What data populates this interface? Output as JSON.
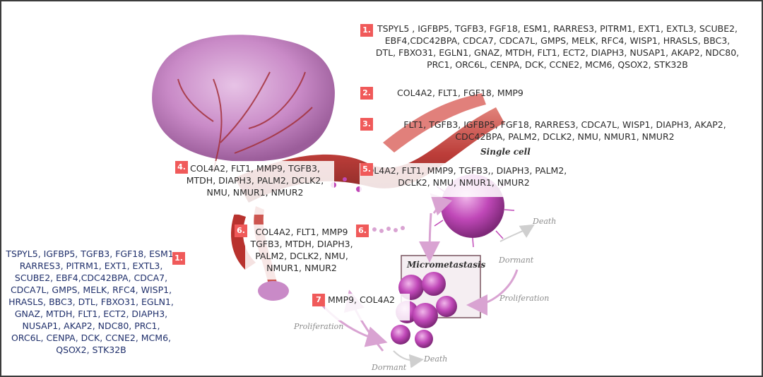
{
  "colors": {
    "badge": "#f05a5a",
    "tumor": "#c98ac7",
    "vessel": "#b8322e",
    "cell": "#c048b8",
    "gene_text_dark": "#2a2a2a",
    "gene_text_navy": "#1f2f6b"
  },
  "labels": {
    "single_cell": "Single cell",
    "micrometastasis": "Micrometastasis",
    "dormant_right": "Dormant",
    "death_top": "Death",
    "proliferation_right": "Proliferation",
    "proliferation_left": "Proliferation",
    "dormant_bottom": "Dormant",
    "death_bottom": "Death"
  },
  "groups": [
    {
      "id": "g1_top",
      "badge": "1.",
      "genes": "TSPYL5 , IGFBP5, TGFB3, FGF18, ESM1, RARRES3, PITRM1, EXT1, EXTL3, SCUBE2, EBF4,CDC42BPA, CDCA7, CDCA7L, GMPS, MELK, RFC4, WISP1, HRASLS, BBC3, DTL, FBXO31, EGLN1, GNAZ, MTDH, FLT1, ECT2, DIAPH3, NUSAP1, AKAP2, NDC80, PRC1, ORC6L, CENPA, DCK, CCNE2, MCM6, QSOX2, STK32B"
    },
    {
      "id": "g2",
      "badge": "2.",
      "genes": "COL4A2, FLT1, FGF18, MMP9"
    },
    {
      "id": "g3",
      "badge": "3.",
      "genes": "FLT1, TGFB3, IGFBP5, FGF18, RARRES3, CDCA7L, WISP1, DIAPH3, AKAP2, CDC42BPA, PALM2, DCLK2, NMU, NMUR1, NMUR2"
    },
    {
      "id": "g4",
      "badge": "4.",
      "genes": "COL4A2, FLT1, MMP9, TGFB3, MTDH, DIAPH3, PALM2, DCLK2, NMU, NMUR1, NMUR2"
    },
    {
      "id": "g5",
      "badge": "5.",
      "genes": "COL4A2, FLT1, MMP9, TGFB3,, DIAPH3, PALM2, DCLK2, NMU, NMUR1, NMUR2"
    },
    {
      "id": "g6",
      "badge": "6.",
      "badge2": "6.",
      "genes": "COL4A2, FLT1, MMP9 TGFB3, MTDH, DIAPH3, PALM2, DCLK2, NMU, NMUR1, NMUR2"
    },
    {
      "id": "g7",
      "badge": "7",
      "genes": "MMP9, COL4A2"
    },
    {
      "id": "g1_left",
      "badge": "1.",
      "genes": "TSPYL5, IGFBP5, TGFB3, FGF18, ESM1, RARRES3, PITRM1, EXT1, EXTL3, SCUBE2, EBF4,CDC42BPA, CDCA7, CDCA7L, GMPS, MELK, RFC4, WISP1, HRASLS, BBC3, DTL, FBXO31, EGLN1, GNAZ, MTDH, FLT1, ECT2, DIAPH3, NUSAP1, AKAP2, NDC80, PRC1, ORC6L, CENPA, DCK, CCNE2, MCM6, QSOX2, STK32B"
    }
  ]
}
